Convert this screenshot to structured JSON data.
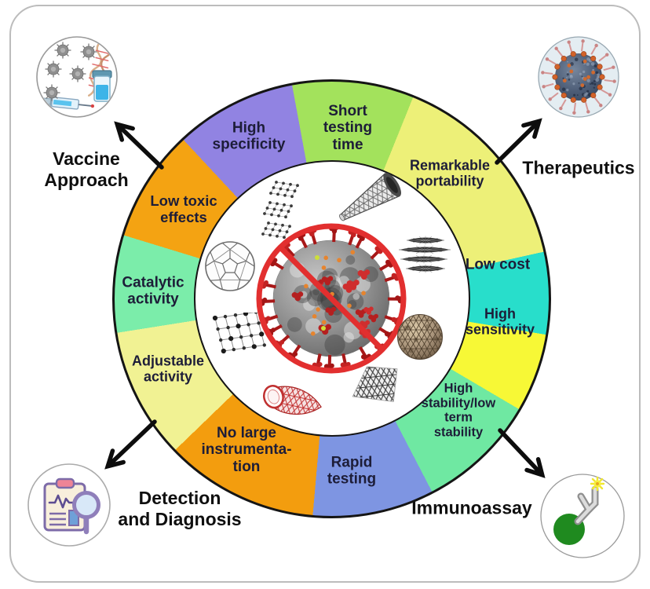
{
  "figure": {
    "type": "circular-infographic",
    "subject_icon": "coronavirus-prohibited-icon"
  },
  "wheel": {
    "outline_color": "#151515",
    "segments": [
      {
        "label": "Short\ntesting\ntime",
        "color": "#a3e25c",
        "start": -10.5,
        "end": 22
      },
      {
        "label": "Remarkable\nportability",
        "color": "#edf078",
        "start": 22,
        "end": 77.5
      },
      {
        "label": "Low cost",
        "color": "#28decb",
        "start": 77.5,
        "end": 99.5
      },
      {
        "label": "High\nsensitivity",
        "color": "#f7f836",
        "start": 99.5,
        "end": 120.5
      },
      {
        "label": "High\nstability/low\nterm\nstability",
        "color": "#6fe8a2",
        "start": 120.5,
        "end": 152.5
      },
      {
        "label": "Rapid\ntesting",
        "color": "#7e95e2",
        "start": 152.5,
        "end": 185
      },
      {
        "label": "No large\ninstrumenta-\ntion",
        "color": "#f39d0e",
        "start": 185,
        "end": 226
      },
      {
        "label": "Adjustable\nactivity",
        "color": "#f1f293",
        "start": 226,
        "end": 261
      },
      {
        "label": "Catalytic\nactivity",
        "color": "#7bedaa",
        "start": 261,
        "end": 287
      },
      {
        "label": "Low toxic\neffects",
        "color": "#f4a312",
        "start": 287,
        "end": 317
      },
      {
        "label": "High\nspecificity",
        "color": "#9183e2",
        "start": 317,
        "end": 349.5
      }
    ],
    "center_icon": "coronavirus-prohibited-icon",
    "nanomaterial_icons": [
      "molecule-clusters-icon",
      "carbon-nanotube-gray-icon",
      "fullerene-wireframe-icon",
      "stacked-nanosheets-icon",
      "crystal-lattice-icon",
      "fullerene-solid-icon",
      "carbon-nanotube-red-icon",
      "graphene-sheet-icon"
    ]
  },
  "applications": [
    {
      "label": "Vaccine\nApproach",
      "icon": "vaccine-syringe-icon"
    },
    {
      "label": "Therapeutics",
      "icon": "coronavirus-icon"
    },
    {
      "label": "Detection\nand Diagnosis",
      "icon": "clipboard-magnifier-icon"
    },
    {
      "label": "Immunoassay",
      "icon": "antibody-assay-icon"
    }
  ],
  "colors": {
    "prohibition_red": "#e22f2f",
    "segment_text": "#1d1d38",
    "corner_text": "#0f0f0f",
    "card_border": "#bcbcbc"
  }
}
